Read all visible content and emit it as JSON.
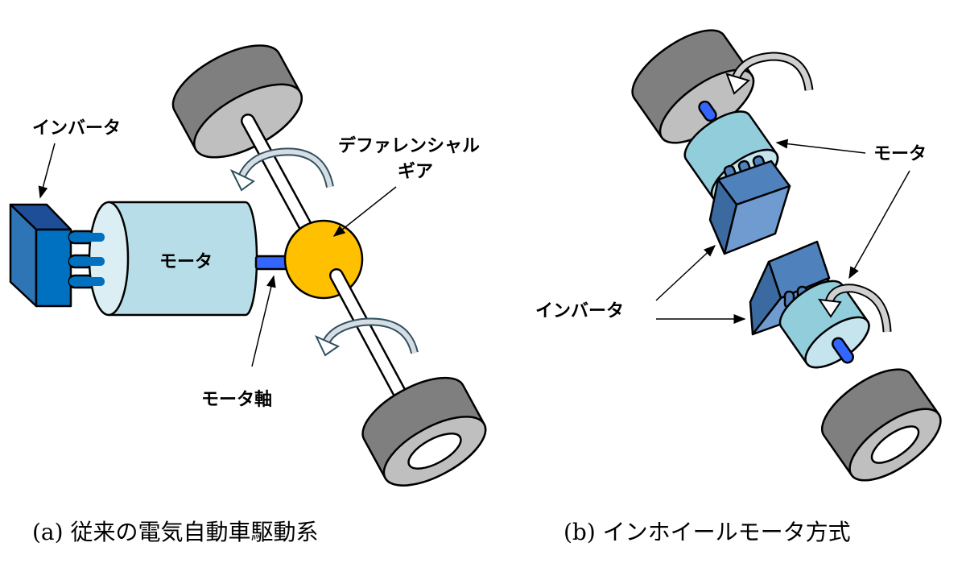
{
  "panel_a": {
    "caption": "(a)  従来の電気自動車駆動系",
    "labels": {
      "inverter": "インバータ",
      "motor": "モータ",
      "differential_line1": "デファレンシャル",
      "differential_line2": "ギア",
      "motor_shaft": "モータ軸"
    }
  },
  "panel_b": {
    "caption": "(b)  インホイールモータ方式",
    "labels": {
      "motor": "モータ",
      "inverter": "インバータ"
    }
  },
  "colors": {
    "wheel_dark": "#7f7f7f",
    "wheel_face": "#bfbfbf",
    "motor_body": "#b7dee8",
    "motor_face": "#dbeef4",
    "inverter_blue": "#0070c0",
    "shaft_blue": "#3366ff",
    "gear": "#ffc000"
  }
}
